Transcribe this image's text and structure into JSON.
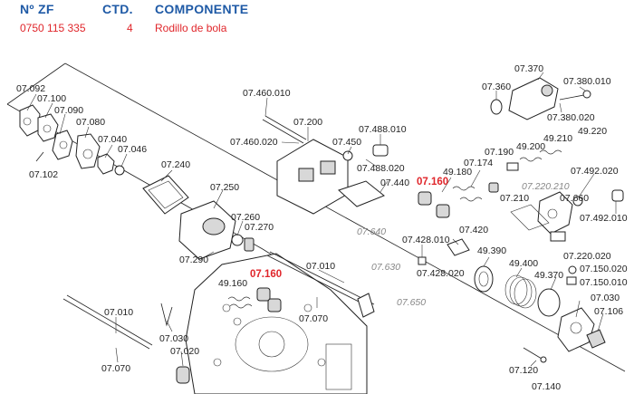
{
  "header": {
    "col_zf": "Nº ZF",
    "col_qty": "CTD.",
    "col_component": "COMPONENTE",
    "zf_value": "0750 115 335",
    "qty_value": "4",
    "component_value": "Rodillo de bola"
  },
  "labels": [
    {
      "id": "l1",
      "text": "07.092",
      "style": "normal"
    },
    {
      "id": "l2",
      "text": "07.100",
      "style": "normal"
    },
    {
      "id": "l3",
      "text": "07.090",
      "style": "normal"
    },
    {
      "id": "l4",
      "text": "07.080",
      "style": "normal"
    },
    {
      "id": "l5",
      "text": "07.040",
      "style": "normal"
    },
    {
      "id": "l6",
      "text": "07.046",
      "style": "normal"
    },
    {
      "id": "l7",
      "text": "07.102",
      "style": "normal"
    },
    {
      "id": "l8",
      "text": "07.240",
      "style": "normal"
    },
    {
      "id": "l9",
      "text": "07.250",
      "style": "normal"
    },
    {
      "id": "l10",
      "text": "07.260",
      "style": "normal"
    },
    {
      "id": "l11",
      "text": "07.270",
      "style": "normal"
    },
    {
      "id": "l12",
      "text": "07.290",
      "style": "normal"
    },
    {
      "id": "l13",
      "text": "07.160",
      "style": "red"
    },
    {
      "id": "l14",
      "text": "49.160",
      "style": "normal"
    },
    {
      "id": "l15",
      "text": "07.010",
      "style": "normal"
    },
    {
      "id": "l16",
      "text": "07.070",
      "style": "normal"
    },
    {
      "id": "l17",
      "text": "07.010",
      "style": "normal"
    },
    {
      "id": "l18",
      "text": "07.030",
      "style": "normal"
    },
    {
      "id": "l19",
      "text": "07.020",
      "style": "normal"
    },
    {
      "id": "l20",
      "text": "07.070",
      "style": "normal"
    },
    {
      "id": "l21",
      "text": "07.460.010",
      "style": "normal"
    },
    {
      "id": "l22",
      "text": "07.200",
      "style": "normal"
    },
    {
      "id": "l23",
      "text": "07.460.020",
      "style": "normal"
    },
    {
      "id": "l24",
      "text": "07.450",
      "style": "normal"
    },
    {
      "id": "l25",
      "text": "07.488.010",
      "style": "normal"
    },
    {
      "id": "l26",
      "text": "07.488.020",
      "style": "normal"
    },
    {
      "id": "l27",
      "text": "07.440",
      "style": "normal"
    },
    {
      "id": "l28",
      "text": "07.640",
      "style": "gray"
    },
    {
      "id": "l29",
      "text": "07.630",
      "style": "gray"
    },
    {
      "id": "l30",
      "text": "07.650",
      "style": "gray"
    },
    {
      "id": "l31",
      "text": "07.370",
      "style": "normal"
    },
    {
      "id": "l32",
      "text": "07.360",
      "style": "normal"
    },
    {
      "id": "l33",
      "text": "07.380.010",
      "style": "normal"
    },
    {
      "id": "l34",
      "text": "07.380.020",
      "style": "normal"
    },
    {
      "id": "l35",
      "text": "49.220",
      "style": "normal"
    },
    {
      "id": "l36",
      "text": "49.210",
      "style": "normal"
    },
    {
      "id": "l37",
      "text": "49.200",
      "style": "normal"
    },
    {
      "id": "l38",
      "text": "07.190",
      "style": "normal"
    },
    {
      "id": "l39",
      "text": "07.174",
      "style": "normal"
    },
    {
      "id": "l40",
      "text": "49.180",
      "style": "normal"
    },
    {
      "id": "l41",
      "text": "07.160",
      "style": "red"
    },
    {
      "id": "l42",
      "text": "07.220.210",
      "style": "gray"
    },
    {
      "id": "l43",
      "text": "07.492.020",
      "style": "normal"
    },
    {
      "id": "l44",
      "text": "07.210",
      "style": "normal"
    },
    {
      "id": "l45",
      "text": "07.660",
      "style": "normal"
    },
    {
      "id": "l46",
      "text": "07.492.010",
      "style": "normal"
    },
    {
      "id": "l47",
      "text": "07.420",
      "style": "normal"
    },
    {
      "id": "l48",
      "text": "07.428.010",
      "style": "normal"
    },
    {
      "id": "l49",
      "text": "49.390",
      "style": "normal"
    },
    {
      "id": "l50",
      "text": "07.220.020",
      "style": "normal"
    },
    {
      "id": "l51",
      "text": "49.400",
      "style": "normal"
    },
    {
      "id": "l52",
      "text": "07.150.020",
      "style": "normal"
    },
    {
      "id": "l53",
      "text": "07.428.020",
      "style": "normal"
    },
    {
      "id": "l54",
      "text": "49.370",
      "style": "normal"
    },
    {
      "id": "l55",
      "text": "07.150.010",
      "style": "normal"
    },
    {
      "id": "l56",
      "text": "07.030",
      "style": "normal"
    },
    {
      "id": "l57",
      "text": "07.106",
      "style": "normal"
    },
    {
      "id": "l58",
      "text": "07.120",
      "style": "normal"
    },
    {
      "id": "l59",
      "text": "07.140",
      "style": "normal"
    }
  ]
}
